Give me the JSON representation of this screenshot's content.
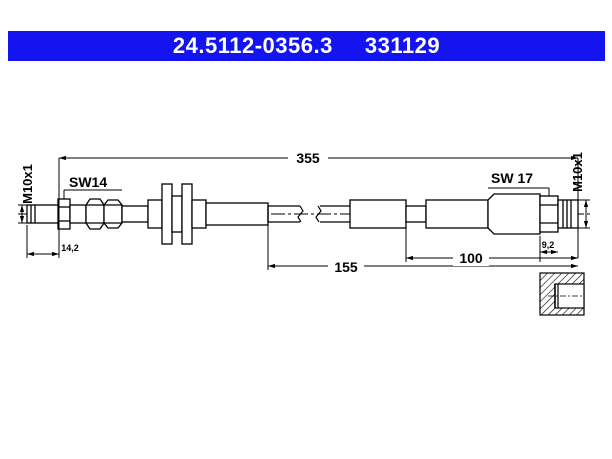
{
  "header": {
    "part_number": "24.5112-0356.3",
    "ref_number": "331129",
    "bg_color": "#1414f0",
    "text_color": "#ffffff"
  },
  "drawing": {
    "left_thread": "M10x1",
    "right_thread": "M10x1",
    "left_wrench": "SW14",
    "right_wrench": "SW 17",
    "total_length": "355",
    "dim_155": "155",
    "dim_100": "100",
    "left_fitting_length": "14,2",
    "right_fitting_length": "9,2"
  }
}
